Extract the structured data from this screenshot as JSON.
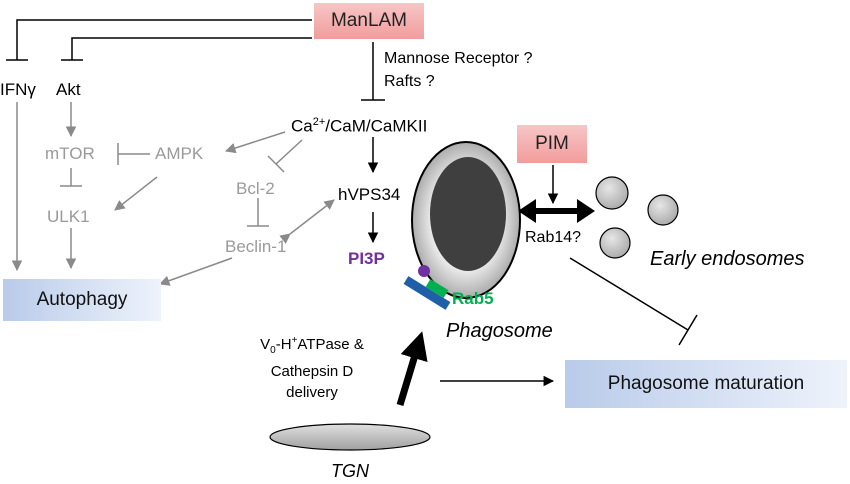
{
  "nodes": {
    "manlam": "ManLAM",
    "ifng": "IFNγ",
    "akt": "Akt",
    "receptor_line1": "Mannose Receptor ?",
    "receptor_line2": "Rafts ?",
    "cam_pre": "Ca",
    "cam_sup": "2+",
    "cam_post": "/CaM/CaMKII",
    "mtor": "mTOR",
    "ampk": "AMPK",
    "bcl2": "Bcl-2",
    "ulk1": "ULK1",
    "beclin": "Beclin-1",
    "hvps34": "hVPS34",
    "pi3p": "PI3P",
    "rab5": "Rab5",
    "pim": "PIM",
    "rab14": "Rab14?",
    "early_endosomes": "Early endosomes",
    "phagosome": "Phagosome",
    "autophagy": "Autophagy",
    "phagosome_maturation": "Phagosome maturation",
    "atpase_v": "V",
    "atpase_sub": "0",
    "atpase_h": "-H",
    "atpase_sup": "+",
    "atpase_rest": "ATPase &",
    "cathepsin": "Cathepsin D",
    "delivery": "delivery",
    "tgn": "TGN"
  },
  "colors": {
    "pink_box": "#f29c9c",
    "blue_box": "#c5d4ee",
    "pi3p": "#7030a0",
    "rab5": "#00b050",
    "rab5_bar": "#1f5fa8",
    "inactive_grey": "#9a9a9a",
    "phagosome_core": "#3f3f3f",
    "phagosome_shell": "#bfbfbf"
  }
}
